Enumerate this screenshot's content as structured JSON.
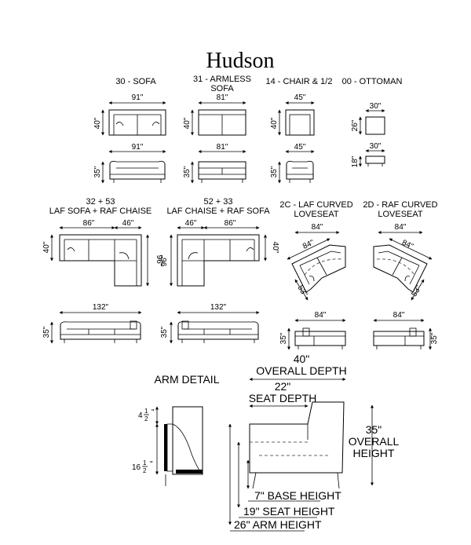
{
  "title": "Hudson",
  "pieces": {
    "sofa": {
      "label": "30 - SOFA",
      "width_top": "91\"",
      "depth": "40\"",
      "width_front": "91\"",
      "height": "35\""
    },
    "armless": {
      "label1": "31 - ARMLESS",
      "label2": "SOFA",
      "width_top": "81\"",
      "depth": "40\"",
      "width_front": "81\"",
      "height": "35\""
    },
    "chair": {
      "label": "14 - CHAIR & 1/2",
      "width_top": "45\"",
      "depth": "40\"",
      "width_front": "45\"",
      "height": "35\""
    },
    "ottoman": {
      "label": "00 - OTTOMAN",
      "width_top": "30\"",
      "depth": "26\"",
      "width_front": "30\"",
      "height": "18\""
    }
  },
  "sectionals": {
    "left": {
      "label1": "32 + 53",
      "label2": "LAF SOFA + RAF CHAISE",
      "width_sofa": "86\"",
      "width_chaise": "46\"",
      "depth": "40\"",
      "chaise_length": "96\"",
      "overall": "132\"",
      "height": "35\""
    },
    "right": {
      "label1": "52 + 33",
      "label2": "LAF CHAISE + RAF SOFA",
      "width_chaise": "46\"",
      "width_sofa": "86\"",
      "depth": "40\"",
      "chaise_length": "96\"",
      "overall": "132\"",
      "height": "35\""
    }
  },
  "curved": {
    "laf": {
      "label1": "2C - LAF CURVED",
      "label2": "LOVESEAT",
      "width_top": "84\"",
      "diag": "84\"",
      "side": "53\"",
      "width_front": "84\"",
      "height": "35\""
    },
    "raf": {
      "label1": "2D - RAF CURVED",
      "label2": "LOVESEAT",
      "width_top": "84\"",
      "diag": "84\"",
      "side": "53\"",
      "width_front": "84\"",
      "height": "35\""
    }
  },
  "arm_detail": {
    "title": "ARM DETAIL",
    "top_whole": "4",
    "top_num": "1",
    "top_den": "2",
    "bottom_whole": "16",
    "bottom_num": "1",
    "bottom_den": "2"
  },
  "profile": {
    "overall_depth_val": "40\"",
    "overall_depth_label": "OVERALL DEPTH",
    "seat_depth_val": "22\"",
    "seat_depth_label": "SEAT DEPTH",
    "overall_height_val": "35\"",
    "overall_height_label1": "OVERALL",
    "overall_height_label2": "HEIGHT",
    "base_height": "7\" BASE HEIGHT",
    "seat_height": "19\" SEAT HEIGHT",
    "arm_height": "26\" ARM HEIGHT"
  }
}
